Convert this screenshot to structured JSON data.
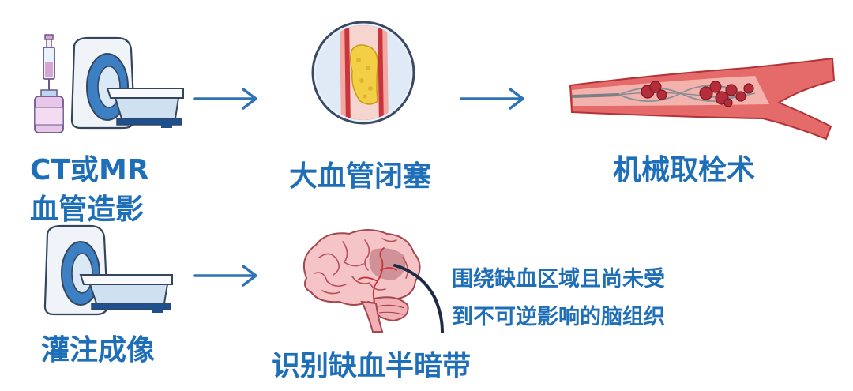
{
  "row1": {
    "imaging_label_line1": "CT或MR",
    "imaging_label_line2": "血管造影",
    "occlusion_label": "大血管闭塞",
    "thrombectomy_label": "机械取栓术"
  },
  "row2": {
    "perfusion_label": "灌注成像",
    "penumbra_label": "识别缺血半暗带",
    "annotation_line1": "围绕缺血区域且尚未受",
    "annotation_line2": "到不可逆影响的脑组织"
  },
  "colors": {
    "text": "#1f6fb8",
    "arrow": "#2e73b5",
    "vessel": "#c8353c",
    "plaque": "#f2cf45",
    "brain": "#f2b8bd"
  },
  "icons": {
    "scanner_with_injection": "ct-scanner-with-syringe-icon",
    "occluded_vessel": "occluded-vessel-icon",
    "thrombectomy": "thrombectomy-vessel-icon",
    "scanner": "ct-scanner-icon",
    "brain": "brain-penumbra-icon"
  }
}
